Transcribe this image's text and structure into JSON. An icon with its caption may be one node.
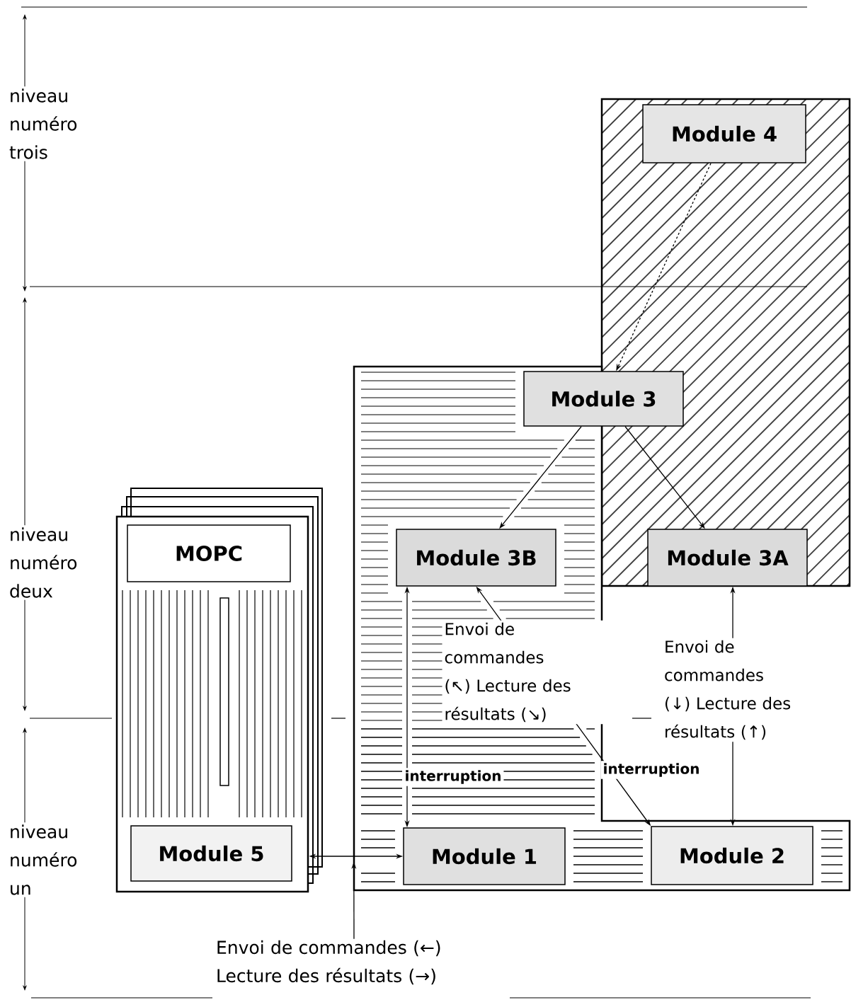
{
  "diagram": {
    "nodes": [
      {
        "text": [],
        "shape": "box"
      },
      {
        "text": [
          "Module 4"
        ],
        "in": 0
      },
      {
        "text": [],
        "shape": "box"
      },
      {
        "text": [
          "Module 3"
        ]
      },
      {
        "text": [
          "Module 3B"
        ],
        "in": 2
      },
      {
        "text": [
          "Module 3A"
        ],
        "in": 0
      },
      {
        "text": [],
        "shape": "box"
      },
      {
        "text": [
          "MOPC"
        ],
        "in": 6
      },
      {
        "text": [
          "Module 5"
        ],
        "in": 6
      },
      {
        "text": [
          "Module 1"
        ],
        "in": 2
      },
      {
        "text": [
          "Module 2"
        ],
        "in": 2
      },
      {
        "text": [
          "Envoi de commandes (←) Lecture des résultats (→)"
        ]
      }
    ],
    "edges": [
      {
        "from": 1,
        "to": 3,
        "arrow": "to",
        "style": "dashed"
      },
      {
        "from": 3,
        "to": 4,
        "arrow": "to"
      },
      {
        "from": 3,
        "to": 5,
        "arrow": "to"
      },
      {
        "from": 4,
        "to": 9,
        "arrow": "both",
        "label": "interruption"
      },
      {
        "from": 10,
        "to": 4,
        "arrow": "both",
        "label": "Envoi de commandes (↖) Lecture des résultats (↘)"
      },
      {
        "from": 5,
        "to": 10,
        "arrow": "both",
        "label": "Envoi de commandes (↓) Lecture des résultats (↑)"
      },
      {
        "from": 6,
        "to": 9,
        "arrow": "both"
      },
      {
        "from": 11,
        "to": 2,
        "arrow": "to"
      }
    ],
    "labels": [
      "niveau numéro trois",
      "niveau numéro deux",
      "niveau numéro un",
      "interruption"
    ]
  }
}
